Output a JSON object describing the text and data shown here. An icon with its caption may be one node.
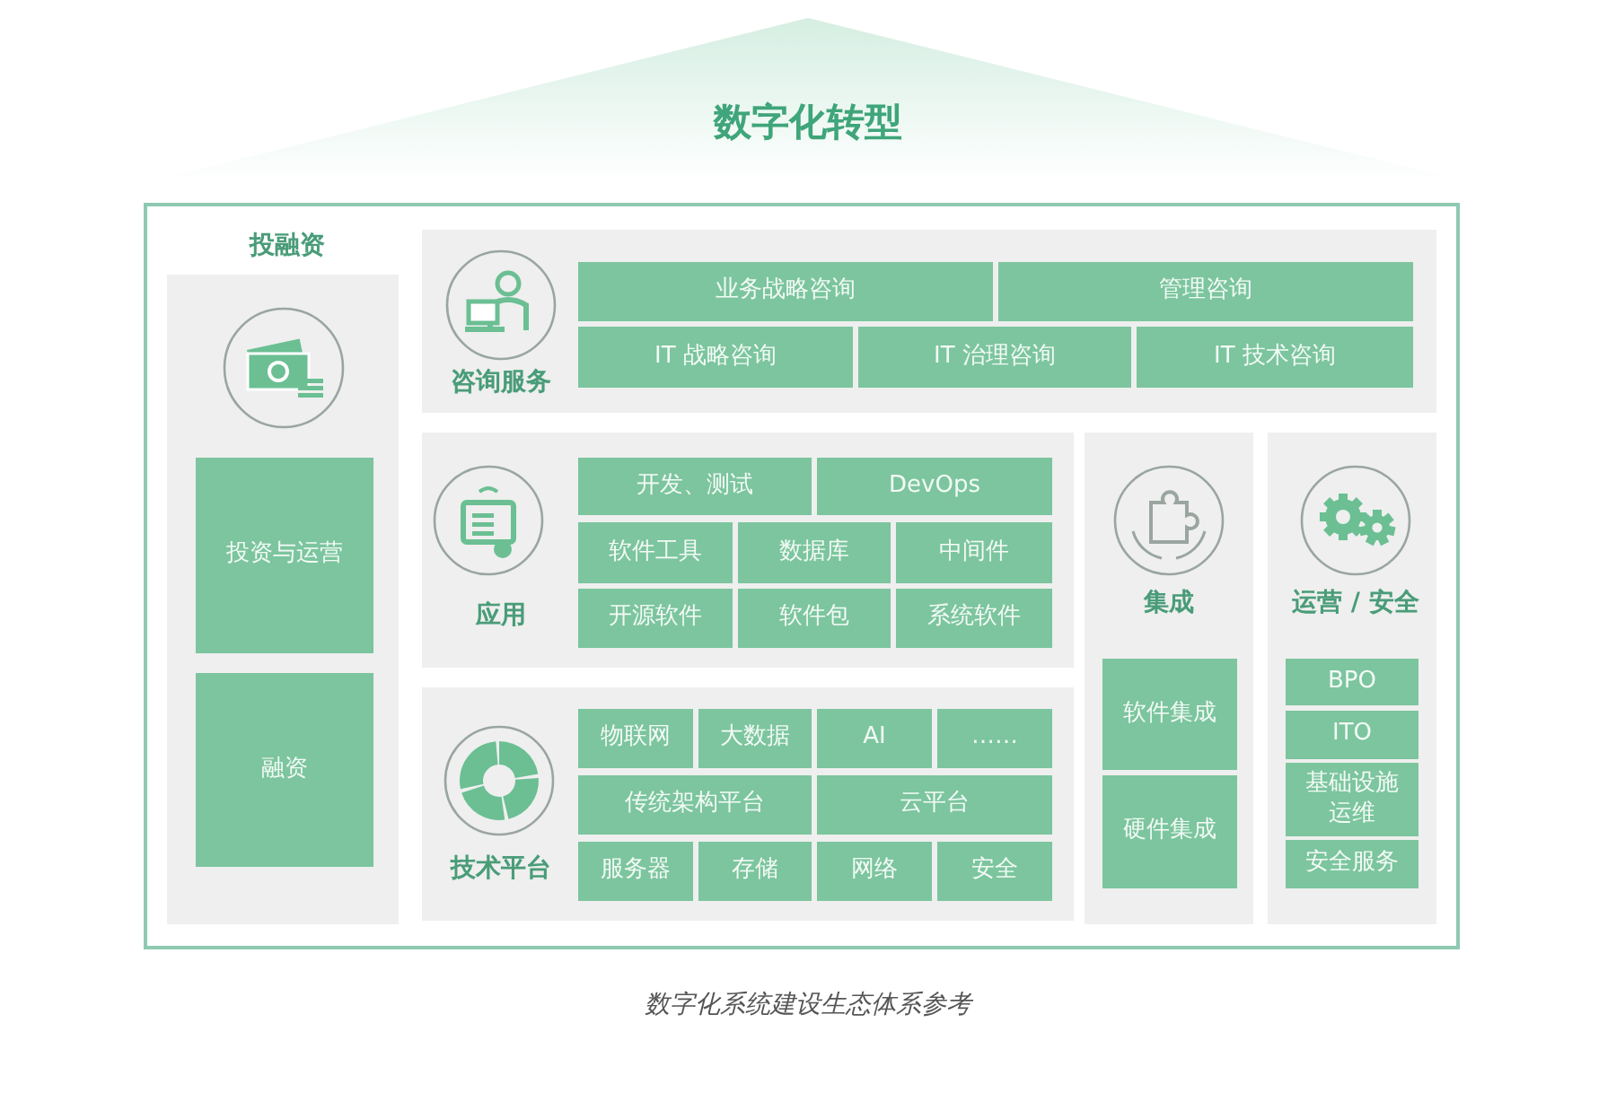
{
  "diagram": {
    "caption": "数字化系统建设生态体系参考",
    "nodes": [
      {
        "text": [
          "数字化转型"
        ]
      },
      {
        "text": [
          "投融资"
        ]
      },
      {
        "text": [
          "投资与运营"
        ],
        "in": 1
      },
      {
        "text": [
          "融资"
        ],
        "in": 1
      },
      {
        "text": [
          "咨询服务"
        ]
      },
      {
        "text": [
          "业务战略咨询"
        ],
        "in": 4
      },
      {
        "text": [
          "管理咨询"
        ],
        "in": 4
      },
      {
        "text": [
          "IT 战略咨询"
        ],
        "in": 4
      },
      {
        "text": [
          "IT 治理咨询"
        ],
        "in": 4
      },
      {
        "text": [
          "IT 技术咨询"
        ],
        "in": 4
      },
      {
        "text": [
          "应用"
        ]
      },
      {
        "text": [
          "开发、测试"
        ],
        "in": 10
      },
      {
        "text": [
          "DevOps"
        ],
        "in": 10
      },
      {
        "text": [
          "软件工具"
        ],
        "in": 10
      },
      {
        "text": [
          "数据库"
        ],
        "in": 10
      },
      {
        "text": [
          "中间件"
        ],
        "in": 10
      },
      {
        "text": [
          "开源软件"
        ],
        "in": 10
      },
      {
        "text": [
          "软件包"
        ],
        "in": 10
      },
      {
        "text": [
          "系统软件"
        ],
        "in": 10
      },
      {
        "text": [
          "集成"
        ]
      },
      {
        "text": [
          "软件集成"
        ],
        "in": 19
      },
      {
        "text": [
          "硬件集成"
        ],
        "in": 19
      },
      {
        "text": [
          "运营 / 安全"
        ]
      },
      {
        "text": [
          "BPO"
        ],
        "in": 22
      },
      {
        "text": [
          "ITO"
        ],
        "in": 22
      },
      {
        "text": [
          "基础设施运维"
        ],
        "in": 22
      },
      {
        "text": [
          "安全服务"
        ],
        "in": 22
      },
      {
        "text": [
          "技术平台"
        ]
      },
      {
        "text": [
          "物联网"
        ],
        "in": 27
      },
      {
        "text": [
          "大数据"
        ],
        "in": 27
      },
      {
        "text": [
          "AI"
        ],
        "in": 27
      },
      {
        "text": [
          "……"
        ],
        "in": 27
      },
      {
        "text": [
          "传统架构平台"
        ],
        "in": 27
      },
      {
        "text": [
          "云平台"
        ],
        "in": 27
      },
      {
        "text": [
          "服务器"
        ],
        "in": 27
      },
      {
        "text": [
          "存储"
        ],
        "in": 27
      },
      {
        "text": [
          "网络"
        ],
        "in": 27
      },
      {
        "text": [
          "安全"
        ],
        "in": 27
      }
    ],
    "edges": []
  }
}
